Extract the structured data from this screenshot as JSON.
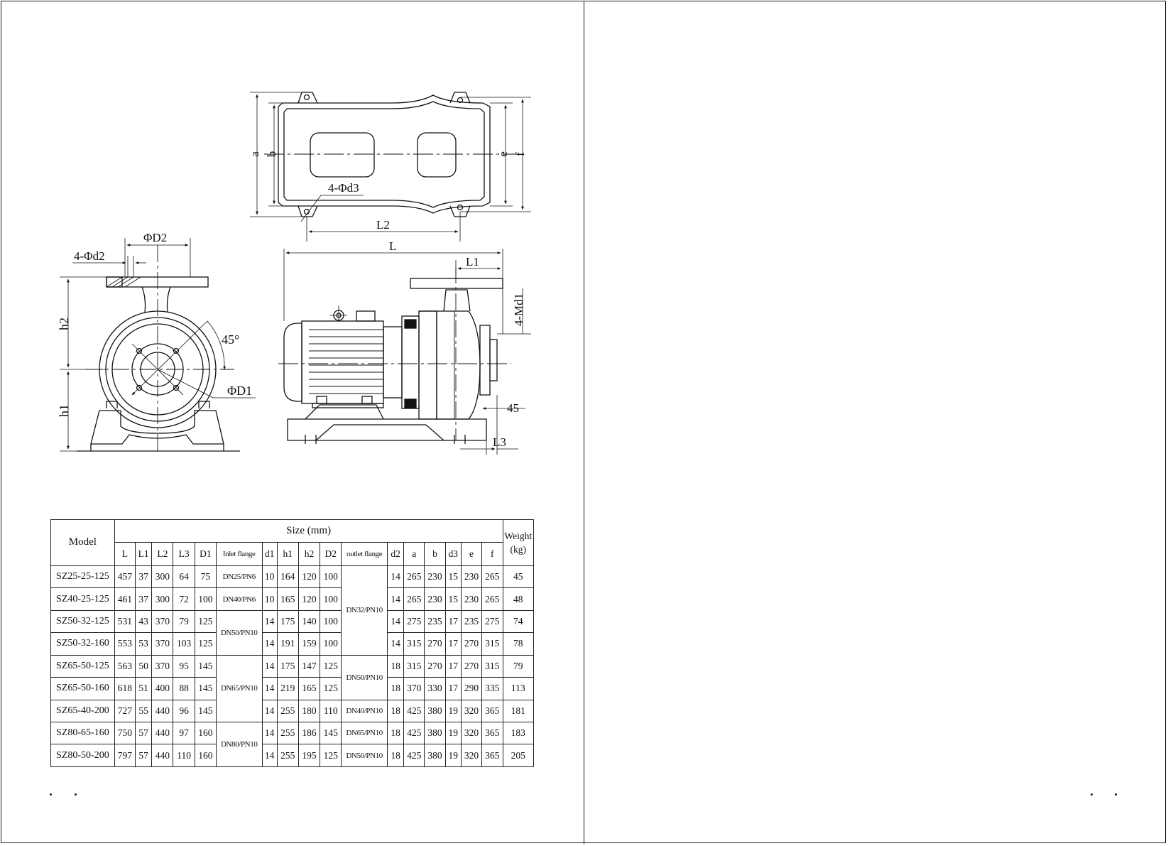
{
  "drawing_labels": {
    "top_view": {
      "a": "a",
      "b": "b",
      "e": "e",
      "f": "f",
      "holes": "4-Φd3",
      "l2": "L2"
    },
    "front_view": {
      "d2": "ΦD2",
      "holes": "4-Φd2",
      "angle": "45°",
      "d1": "ΦD1",
      "h2": "h2",
      "h1": "h1"
    },
    "side_view": {
      "l": "L",
      "l1": "L1",
      "bolts": "4-Md1",
      "dim45": "45",
      "l3": "L3"
    }
  },
  "table": {
    "model_header": "Model",
    "size_header": "Size (mm)",
    "weight_header": "Weight (kg)",
    "columns": [
      "L",
      "L1",
      "L2",
      "L3",
      "D1",
      "Inlet flange",
      "d1",
      "h1",
      "h2",
      "D2",
      "outlet flange",
      "d2",
      "a",
      "b",
      "d3",
      "e",
      "f"
    ],
    "rows": [
      {
        "model": "SZ25-25-125",
        "L": "457",
        "L1": "37",
        "L2": "300",
        "L3": "64",
        "D1": "75",
        "inlet": "DN25/PN6",
        "d1": "10",
        "h1": "164",
        "h2": "120",
        "D2": "100",
        "d2": "14",
        "a": "265",
        "b": "230",
        "d3": "15",
        "e": "230",
        "f": "265",
        "weight": "45"
      },
      {
        "model": "SZ40-25-125",
        "L": "461",
        "L1": "37",
        "L2": "300",
        "L3": "72",
        "D1": "100",
        "inlet": "DN40/PN6",
        "d1": "10",
        "h1": "165",
        "h2": "120",
        "D2": "100",
        "d2": "14",
        "a": "265",
        "b": "230",
        "d3": "15",
        "e": "230",
        "f": "265",
        "weight": "48"
      },
      {
        "model": "SZ50-32-125",
        "L": "531",
        "L1": "43",
        "L2": "370",
        "L3": "79",
        "D1": "125",
        "d1": "14",
        "h1": "175",
        "h2": "140",
        "D2": "100",
        "d2": "14",
        "a": "275",
        "b": "235",
        "d3": "17",
        "e": "235",
        "f": "275",
        "weight": "74"
      },
      {
        "model": "SZ50-32-160",
        "L": "553",
        "L1": "53",
        "L2": "370",
        "L3": "103",
        "D1": "125",
        "d1": "14",
        "h1": "191",
        "h2": "159",
        "D2": "100",
        "d2": "14",
        "a": "315",
        "b": "270",
        "d3": "17",
        "e": "270",
        "f": "315",
        "weight": "78"
      },
      {
        "model": "SZ65-50-125",
        "L": "563",
        "L1": "50",
        "L2": "370",
        "L3": "95",
        "D1": "145",
        "d1": "14",
        "h1": "175",
        "h2": "147",
        "D2": "125",
        "d2": "18",
        "a": "315",
        "b": "270",
        "d3": "17",
        "e": "270",
        "f": "315",
        "weight": "79"
      },
      {
        "model": "SZ65-50-160",
        "L": "618",
        "L1": "51",
        "L2": "400",
        "L3": "88",
        "D1": "145",
        "d1": "14",
        "h1": "219",
        "h2": "165",
        "D2": "125",
        "d2": "18",
        "a": "370",
        "b": "330",
        "d3": "17",
        "e": "290",
        "f": "335",
        "weight": "113"
      },
      {
        "model": "SZ65-40-200",
        "L": "727",
        "L1": "55",
        "L2": "440",
        "L3": "96",
        "D1": "145",
        "d1": "14",
        "h1": "255",
        "h2": "180",
        "D2": "110",
        "outlet": "DN40/PN10",
        "d2": "18",
        "a": "425",
        "b": "380",
        "d3": "19",
        "e": "320",
        "f": "365",
        "weight": "181"
      },
      {
        "model": "SZ80-65-160",
        "L": "750",
        "L1": "57",
        "L2": "440",
        "L3": "97",
        "D1": "160",
        "d1": "14",
        "h1": "255",
        "h2": "186",
        "D2": "145",
        "outlet": "DN65/PN10",
        "d2": "18",
        "a": "425",
        "b": "380",
        "d3": "19",
        "e": "320",
        "f": "365",
        "weight": "183"
      },
      {
        "model": "SZ80-50-200",
        "L": "797",
        "L1": "57",
        "L2": "440",
        "L3": "110",
        "D1": "160",
        "d1": "14",
        "h1": "255",
        "h2": "195",
        "D2": "125",
        "outlet": "DN50/PN10",
        "d2": "18",
        "a": "425",
        "b": "380",
        "d3": "19",
        "e": "320",
        "f": "365",
        "weight": "205"
      }
    ],
    "merged_inlet": {
      "sz50": "DN50/PN10",
      "sz65": "DN65/PN10",
      "sz80": "DN80/PN10"
    },
    "merged_outlet": {
      "top": "DN32/PN10",
      "mid": "DN50/PN10"
    }
  }
}
